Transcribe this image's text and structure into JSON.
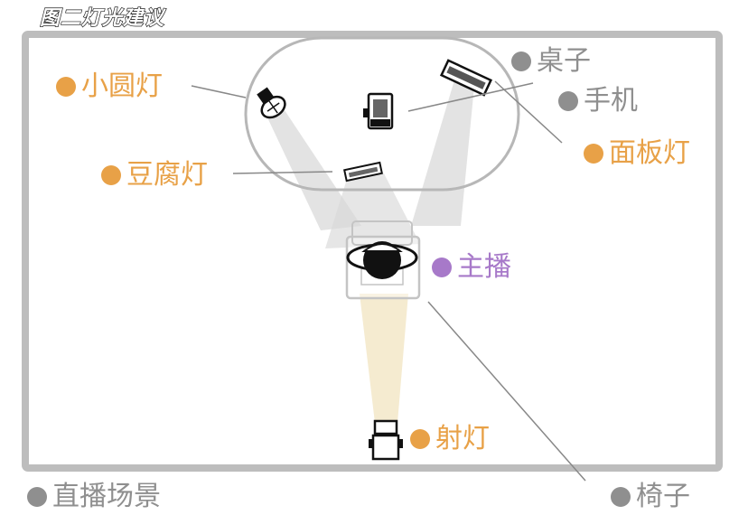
{
  "title": "图二灯光建议",
  "labels": {
    "small_round_light": "小圆灯",
    "tofu_light": "豆腐灯",
    "table": "桌子",
    "phone": "手机",
    "panel_light": "面板灯",
    "host": "主播",
    "spotlight": "射灯",
    "chair": "椅子",
    "scene": "直播场景"
  },
  "colors": {
    "light_label": "#e8a147",
    "object_label": "#8f8f8f",
    "host_label": "#a779c9",
    "room_border": "#bdbdbd",
    "beam_gray": "#d9d9d9",
    "beam_warm": "#f3e6c4"
  }
}
